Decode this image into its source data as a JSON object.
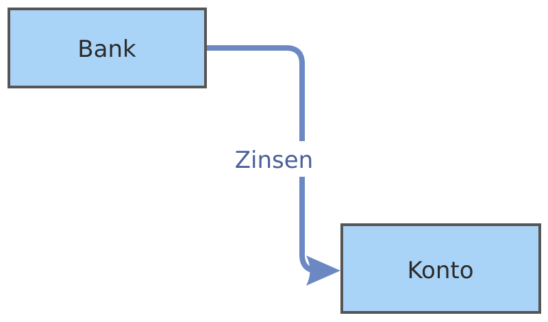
{
  "diagram": {
    "colors": {
      "node_fill": "#aad4f7",
      "node_stroke": "#555555",
      "edge": "#6b88c3",
      "edge_label": "#4a5f99",
      "background": "#ffffff"
    },
    "nodes": {
      "bank": {
        "label": "Bank"
      },
      "konto": {
        "label": "Konto"
      }
    },
    "edge": {
      "from": "Bank",
      "to": "Konto",
      "label": "Zinsen"
    }
  }
}
